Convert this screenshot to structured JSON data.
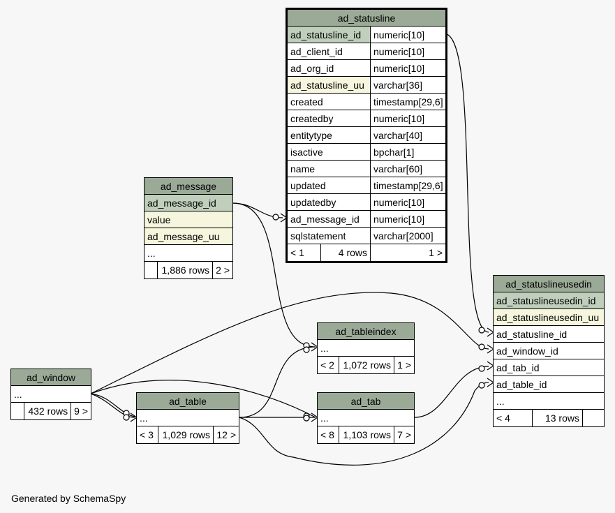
{
  "tables": {
    "ad_statusline": {
      "name": "ad_statusline",
      "columns": [
        {
          "name": "ad_statusline_id",
          "type": "numeric[10]"
        },
        {
          "name": "ad_client_id",
          "type": "numeric[10]"
        },
        {
          "name": "ad_org_id",
          "type": "numeric[10]"
        },
        {
          "name": "ad_statusline_uu",
          "type": "varchar[36]"
        },
        {
          "name": "created",
          "type": "timestamp[29,6]"
        },
        {
          "name": "createdby",
          "type": "numeric[10]"
        },
        {
          "name": "entitytype",
          "type": "varchar[40]"
        },
        {
          "name": "isactive",
          "type": "bpchar[1]"
        },
        {
          "name": "name",
          "type": "varchar[60]"
        },
        {
          "name": "updated",
          "type": "timestamp[29,6]"
        },
        {
          "name": "updatedby",
          "type": "numeric[10]"
        },
        {
          "name": "ad_message_id",
          "type": "numeric[10]"
        },
        {
          "name": "sqlstatement",
          "type": "varchar[2000]"
        }
      ],
      "footer": {
        "parents": "< 1",
        "rows": "4 rows",
        "children": "1 >"
      }
    },
    "ad_message": {
      "name": "ad_message",
      "columns": [
        "ad_message_id",
        "value",
        "ad_message_uu",
        "..."
      ],
      "footer": {
        "parents": "",
        "rows": "1,886 rows",
        "children": "2 >"
      }
    },
    "ad_statuslineusedin": {
      "name": "ad_statuslineusedin",
      "columns": [
        "ad_statuslineusedin_id",
        "ad_statuslineusedin_uu",
        "ad_statusline_id",
        "ad_window_id",
        "ad_tab_id",
        "ad_table_id",
        "..."
      ],
      "footer": {
        "parents": "< 4",
        "rows": "13 rows",
        "children": ""
      }
    },
    "ad_tableindex": {
      "name": "ad_tableindex",
      "columns": [
        "..."
      ],
      "footer": {
        "parents": "< 2",
        "rows": "1,072 rows",
        "children": "1 >"
      }
    },
    "ad_window": {
      "name": "ad_window",
      "columns": [
        "..."
      ],
      "footer": {
        "parents": "",
        "rows": "432 rows",
        "children": "9 >"
      }
    },
    "ad_table": {
      "name": "ad_table",
      "columns": [
        "..."
      ],
      "footer": {
        "parents": "< 3",
        "rows": "1,029 rows",
        "children": "12 >"
      }
    },
    "ad_tab": {
      "name": "ad_tab",
      "columns": [
        "..."
      ],
      "footer": {
        "parents": "< 8",
        "rows": "1,103 rows",
        "children": "7 >"
      }
    }
  },
  "colors": {
    "header": "#9aaa97",
    "primary_key": "#bfcfbc",
    "unique_key": "#f5f6dd",
    "background": "#f7f7f7"
  },
  "footer_note": "Generated by SchemaSpy"
}
